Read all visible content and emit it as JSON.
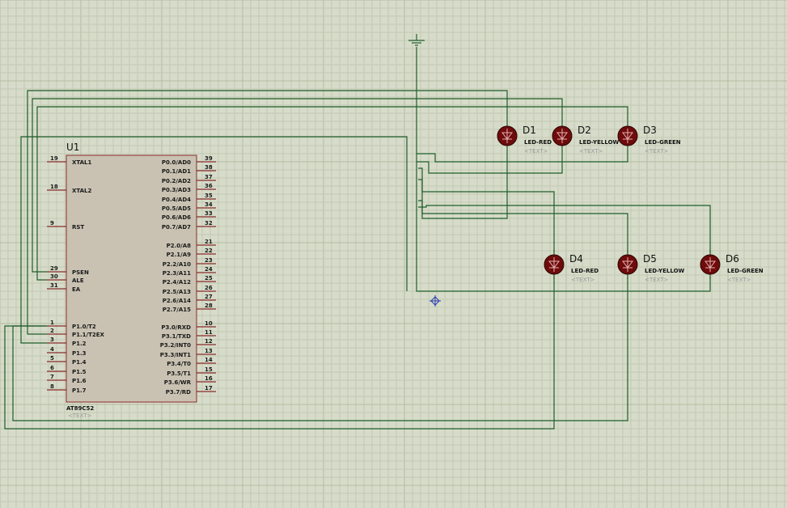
{
  "chip": {
    "ref": "U1",
    "part": "AT89C52",
    "text": "<TEXT>",
    "left_pins": [
      {
        "num": "19",
        "name": "XTAL1"
      },
      {
        "num": "18",
        "name": "XTAL2"
      },
      {
        "num": "9",
        "name": "RST"
      },
      {
        "num": "29",
        "name": "PSEN"
      },
      {
        "num": "30",
        "name": "ALE"
      },
      {
        "num": "31",
        "name": "EA"
      },
      {
        "num": "1",
        "name": "P1.0/T2"
      },
      {
        "num": "2",
        "name": "P1.1/T2EX"
      },
      {
        "num": "3",
        "name": "P1.2"
      },
      {
        "num": "4",
        "name": "P1.3"
      },
      {
        "num": "5",
        "name": "P1.4"
      },
      {
        "num": "6",
        "name": "P1.5"
      },
      {
        "num": "7",
        "name": "P1.6"
      },
      {
        "num": "8",
        "name": "P1.7"
      }
    ],
    "right_pins": [
      {
        "num": "39",
        "name": "P0.0/AD0"
      },
      {
        "num": "38",
        "name": "P0.1/AD1"
      },
      {
        "num": "37",
        "name": "P0.2/AD2"
      },
      {
        "num": "36",
        "name": "P0.3/AD3"
      },
      {
        "num": "35",
        "name": "P0.4/AD4"
      },
      {
        "num": "34",
        "name": "P0.5/AD5"
      },
      {
        "num": "33",
        "name": "P0.6/AD6"
      },
      {
        "num": "32",
        "name": "P0.7/AD7"
      },
      {
        "num": "21",
        "name": "P2.0/A8"
      },
      {
        "num": "22",
        "name": "P2.1/A9"
      },
      {
        "num": "23",
        "name": "P2.2/A10"
      },
      {
        "num": "24",
        "name": "P2.3/A11"
      },
      {
        "num": "25",
        "name": "P2.4/A12"
      },
      {
        "num": "26",
        "name": "P2.5/A13"
      },
      {
        "num": "27",
        "name": "P2.6/A14"
      },
      {
        "num": "28",
        "name": "P2.7/A15"
      },
      {
        "num": "10",
        "name": "P3.0/RXD"
      },
      {
        "num": "11",
        "name": "P3.1/TXD"
      },
      {
        "num": "12",
        "name": "P3.2/INT0"
      },
      {
        "num": "13",
        "name": "P3.3/INT1"
      },
      {
        "num": "14",
        "name": "P3.4/T0"
      },
      {
        "num": "15",
        "name": "P3.5/T1"
      },
      {
        "num": "16",
        "name": "P3.6/WR"
      },
      {
        "num": "17",
        "name": "P3.7/RD"
      }
    ]
  },
  "leds": [
    {
      "ref": "D1",
      "value": "LED-RED",
      "text": "<TEXT>"
    },
    {
      "ref": "D2",
      "value": "LED-YELLOW",
      "text": "<TEXT>"
    },
    {
      "ref": "D3",
      "value": "LED-GREEN",
      "text": "<TEXT>"
    },
    {
      "ref": "D4",
      "value": "LED-RED",
      "text": "<TEXT>"
    },
    {
      "ref": "D5",
      "value": "LED-YELLOW",
      "text": "<TEXT>"
    },
    {
      "ref": "D6",
      "value": "LED-GREEN",
      "text": "<TEXT>"
    }
  ],
  "colors": {
    "background": "#d6dcc9",
    "grid_minor": "#c2c9b3",
    "grid_major": "#b3bba3",
    "wire": "#1f5c2a",
    "chip_body": "#c9c2b2",
    "chip_border": "#8a2b2b",
    "pin_line": "#8a2b2b",
    "led_fill": "#6e0b0b",
    "marker": "#2b3fb0"
  }
}
